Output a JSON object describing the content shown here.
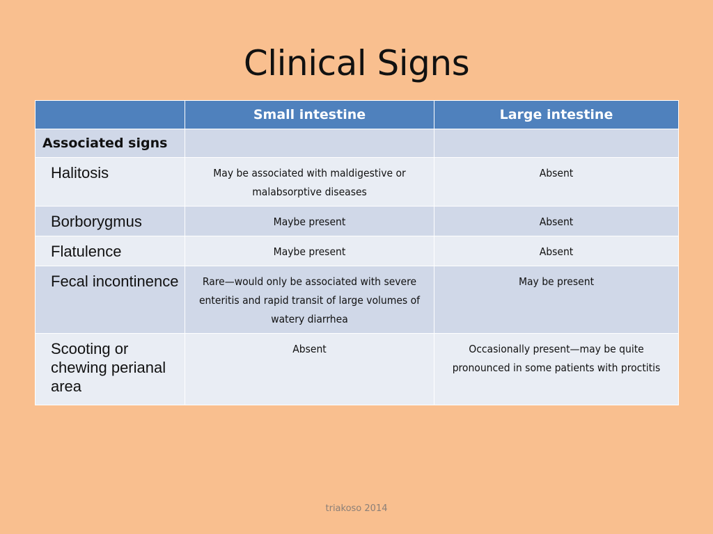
{
  "slide": {
    "title": "Clinical Signs",
    "footer": "triakoso 2014"
  },
  "table": {
    "headers": [
      "",
      "Small intestine",
      "Large intestine"
    ],
    "section_label": "Associated signs",
    "rows": [
      {
        "label": "Halitosis",
        "small": "May be associated with maldigestive or malabsorptive diseases",
        "large": "Absent"
      },
      {
        "label": "Borborygmus",
        "small": "Maybe present",
        "large": "Absent"
      },
      {
        "label": "Flatulence",
        "small": "Maybe present",
        "large": "Absent"
      },
      {
        "label": "Fecal incontinence",
        "small": "Rare—would only be associated with severe enteritis and rapid transit of  large volumes of watery diarrhea",
        "large": "May be present"
      },
      {
        "label": "Scooting or chewing perianal area",
        "small": "Absent",
        "large": "Occasionally present—may be quite pronounced in some patients with  proctitis"
      }
    ]
  },
  "colors": {
    "background": "#f9bf8f",
    "header_fill": "#4f81bd",
    "band_dark": "#d0d8e8",
    "band_light": "#e9edf4"
  }
}
